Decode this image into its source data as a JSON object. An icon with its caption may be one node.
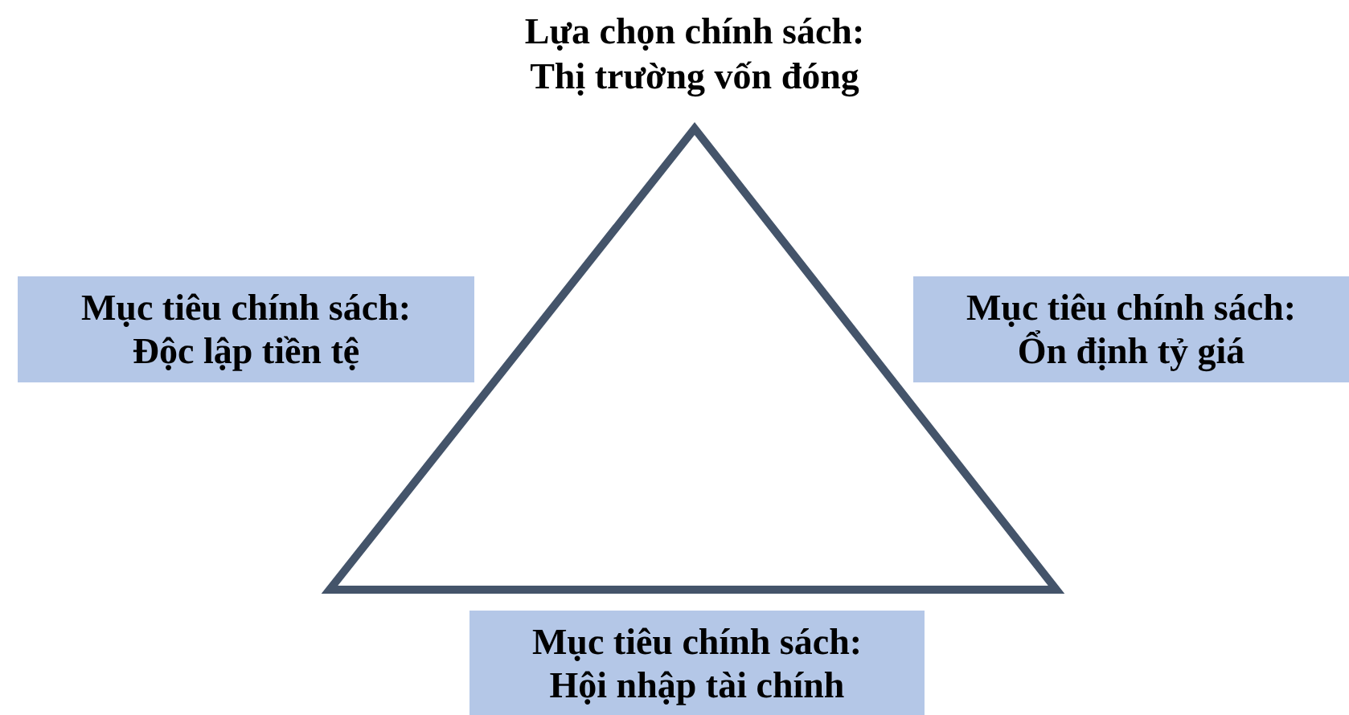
{
  "diagram": {
    "nodes": [
      {
        "text": [
          "Mục tiêu chính sách:",
          "Độc lập tiền tệ"
        ]
      },
      {
        "text": [
          "Mục tiêu chính sách:",
          "Ổn định tỷ giá"
        ]
      },
      {
        "text": [
          "Mục tiêu chính sách:",
          "Hội nhập tài chính"
        ]
      }
    ],
    "edges": [],
    "labels": [
      "Lựa chọn chính sách:",
      "Thị trường vốn đóng"
    ]
  }
}
